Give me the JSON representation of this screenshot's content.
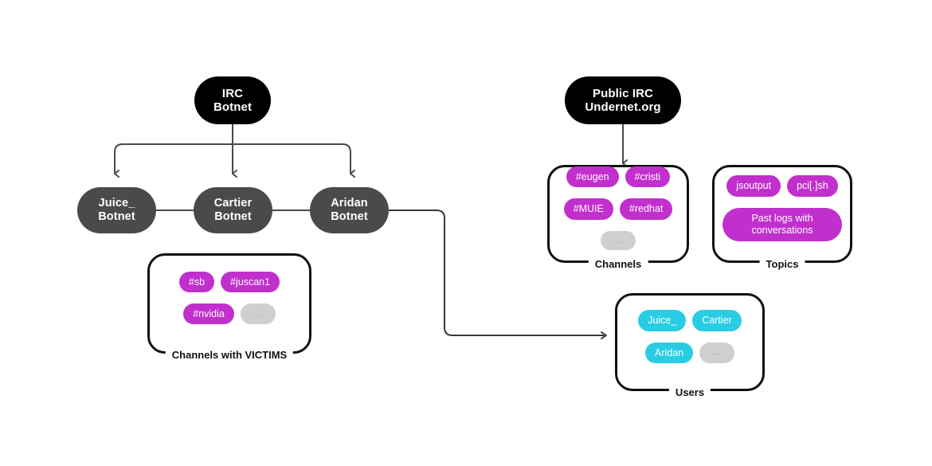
{
  "diagram": {
    "title_nodes": {
      "irc_botnet": "IRC\nBotnet",
      "public_irc": "Public IRC\nUndernet.org"
    },
    "nodes": [
      {
        "id": "irc-botnet",
        "label": "IRC Botnet",
        "line1": "IRC",
        "line2": "Botnet",
        "color": "#000000"
      },
      {
        "id": "public-irc",
        "label": "Public IRC Undernet.org",
        "line1": "Public IRC",
        "line2": "Undernet.org",
        "color": "#000000"
      },
      {
        "id": "juice-botnet",
        "label": "Juice_ Botnet",
        "line1": "Juice_",
        "line2": "Botnet",
        "color": "#4a4a4d"
      },
      {
        "id": "cartier-botnet",
        "label": "Cartier Botnet",
        "line1": "Cartier",
        "line2": "Botnet",
        "color": "#4a4a4d"
      },
      {
        "id": "aridan-botnet",
        "label": "Aridan Botnet",
        "line1": "Aridan",
        "line2": "Botnet",
        "color": "#4a4a4d"
      }
    ],
    "groups": {
      "channels_with_victims": {
        "label": "Channels with VICTIMS",
        "items": [
          {
            "text": "#sb",
            "style": "magenta"
          },
          {
            "text": "#juscan1",
            "style": "magenta"
          },
          {
            "text": "#nvidia",
            "style": "magenta"
          },
          {
            "text": "...",
            "style": "grey"
          }
        ]
      },
      "channels": {
        "label": "Channels",
        "items": [
          {
            "text": "#eugen",
            "style": "magenta"
          },
          {
            "text": "#cristi",
            "style": "magenta"
          },
          {
            "text": "#MUIE",
            "style": "magenta"
          },
          {
            "text": "#redhat",
            "style": "magenta"
          },
          {
            "text": "...",
            "style": "grey"
          }
        ]
      },
      "topics": {
        "label": "Topics",
        "items": [
          {
            "text": "jsoutput",
            "style": "magenta"
          },
          {
            "text": "pci[.]sh",
            "style": "magenta"
          },
          {
            "text": "Past logs with conversations",
            "style": "magenta"
          }
        ]
      },
      "users": {
        "label": "Users",
        "items": [
          {
            "text": "Juice_",
            "style": "cyan"
          },
          {
            "text": "Cartier",
            "style": "cyan"
          },
          {
            "text": "Aridan",
            "style": "cyan"
          },
          {
            "text": "...",
            "style": "grey"
          }
        ]
      }
    },
    "colors": {
      "root_node": "#000000",
      "bot_node": "#4a4a4d",
      "pill_magenta": "#c12fcd",
      "pill_cyan": "#29cde3",
      "pill_grey": "#cfcfcf",
      "connector": "#4a4a4d",
      "group_border": "#111111",
      "background": "#ffffff"
    },
    "connections": [
      {
        "from": "irc-botnet",
        "to": "juice-botnet"
      },
      {
        "from": "irc-botnet",
        "to": "cartier-botnet"
      },
      {
        "from": "irc-botnet",
        "to": "aridan-botnet"
      },
      {
        "from": "juice-botnet",
        "to": "cartier-botnet"
      },
      {
        "from": "cartier-botnet",
        "to": "aridan-botnet"
      },
      {
        "from": "aridan-botnet",
        "to": "users"
      },
      {
        "from": "public-irc",
        "to": "channels"
      }
    ]
  }
}
